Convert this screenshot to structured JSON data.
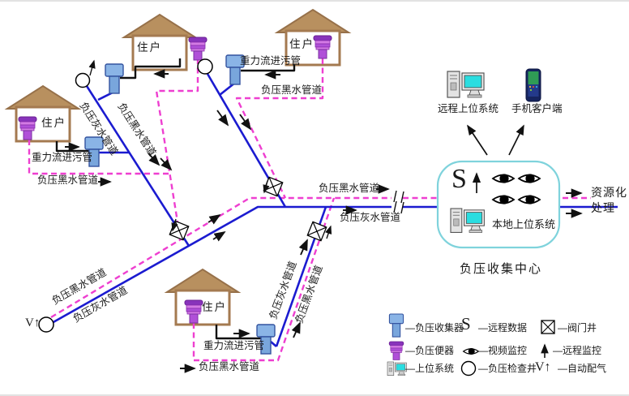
{
  "colors": {
    "pipe_blue": "#1b1bd0",
    "pipe_pink": "#ee3fd0",
    "roof": "#b8905f",
    "house_border": "#a47a50",
    "collector_fill": "#8ab4e6",
    "collector_stroke": "#33539f",
    "toilet_fill": "#b050d8",
    "center_border": "#7fd3dc",
    "screen_cyan": "#2adde0"
  },
  "houses": {
    "label": "住户"
  },
  "pipes": {
    "black": "负压黑水管道",
    "gray": "负压灰水管道",
    "gravity": "重力流进污管"
  },
  "center": {
    "s_symbol": "S",
    "local_system": "本地上位系统",
    "title": "负压收集中心"
  },
  "remote": {
    "system": "远程上位系统",
    "mobile": "手机客户端"
  },
  "output": {
    "line1": "资源化",
    "line2": "处理"
  },
  "symbols": {
    "auto_gas": "V↑"
  },
  "legend": {
    "collector": "—负压收集器",
    "toilet": "—负压便器",
    "host": "—上位系统",
    "remote_data": "—远程数据",
    "video": "—视频监控",
    "inspection": "—负压检查井",
    "valve": "—阀门井",
    "remote_monitor": "—远程监控",
    "auto_gas": "—自动配气",
    "s_symbol": "S",
    "v_symbol": "V↑"
  }
}
